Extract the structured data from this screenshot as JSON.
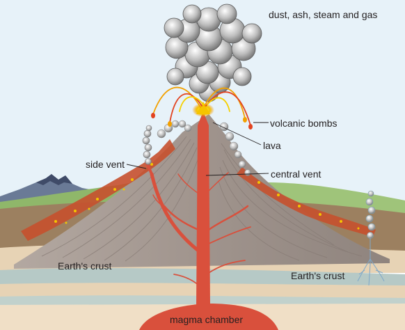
{
  "labels": {
    "plume": "dust, ash, steam and gas",
    "bombs": "volcanic bombs",
    "lava": "lava",
    "side_vent": "side vent",
    "central_vent": "central vent",
    "crust_left": "Earth's crust",
    "crust_right": "Earth's crust",
    "chamber": "magma chamber"
  },
  "colors": {
    "sky": "#e7f2f9",
    "magma": "#d9503c",
    "lava_glow": "#f5c400",
    "cone": "#a49891",
    "crust_tan": "#e7d3b5",
    "crust_blue": "#b6c9c6",
    "grass": "#8fb76a",
    "smoke": "#8e8e8e"
  }
}
